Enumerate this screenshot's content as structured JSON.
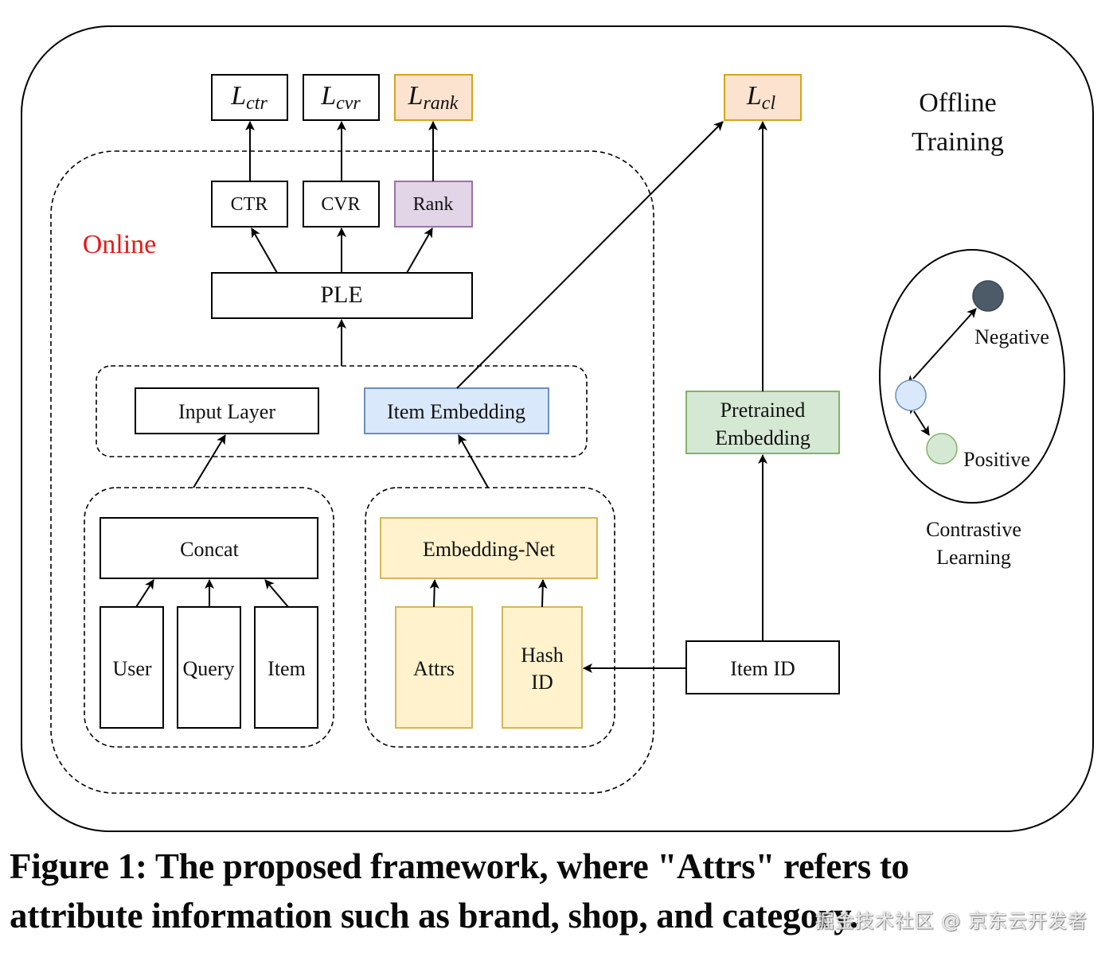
{
  "diagram": {
    "regions": {
      "offline": "Offline Training",
      "offline_lines": [
        "Offline",
        "Training"
      ],
      "online": "Online"
    },
    "losses": [
      {
        "id": "ctr",
        "base": "L",
        "sub": "ctr"
      },
      {
        "id": "cvr",
        "base": "L",
        "sub": "cvr"
      },
      {
        "id": "rank",
        "base": "L",
        "sub": "rank"
      },
      {
        "id": "cl",
        "base": "L",
        "sub": "cl"
      }
    ],
    "towers": [
      "CTR",
      "CVR",
      "Rank"
    ],
    "ple": "PLE",
    "input_layer": "Input Layer",
    "item_embedding": "Item Embedding",
    "concat": "Concat",
    "features": [
      "User",
      "Query",
      "Item"
    ],
    "embedding_net": "Embedding-Net",
    "attrs": "Attrs",
    "hash_id_lines": [
      "Hash",
      "ID"
    ],
    "pretrained_lines": [
      "Pretrained",
      "Embedding"
    ],
    "item_id": "Item ID",
    "contrastive": {
      "negative": "Negative",
      "positive": "Positive",
      "title_lines": [
        "Contrastive",
        "Learning"
      ]
    },
    "colors": {
      "online_label": "#e31b1b",
      "rank_loss_fill": "#fce3cf",
      "rank_loss_stroke": "#d6a416",
      "cl_loss_fill": "#fce3cf",
      "rank_tower_fill": "#e1d5e7",
      "rank_tower_stroke": "#9673a6",
      "item_embedding_fill": "#dae8fc",
      "item_embedding_stroke": "#6c8ebf",
      "yellow_fill": "#fff2cc",
      "yellow_stroke": "#d6b656",
      "green_fill": "#d5e8d4",
      "green_stroke": "#82b366",
      "negative_fill": "#4d5b69",
      "anchor_fill": "#dae8fc",
      "positive_fill": "#d5e8d4"
    }
  },
  "caption": {
    "line1": "Figure 1: The proposed framework, where \"Attrs\" refers to",
    "line2": "attribute information such as brand, shop, and category."
  },
  "watermark": "掘金技术社区 @ 京东云开发者"
}
